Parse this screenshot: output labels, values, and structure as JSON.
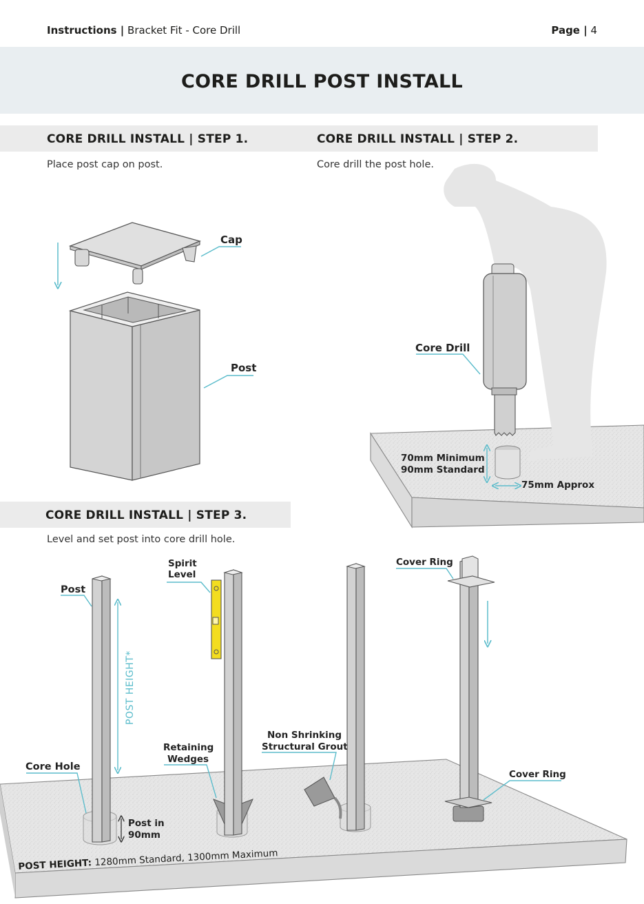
{
  "header": {
    "left_bold": "Instructions |",
    "left_text": " Bracket Fit - Core Drill",
    "right_bold": "Page |",
    "right_text": " 4"
  },
  "title": "CORE DRILL POST INSTALL",
  "step1": {
    "title": "CORE DRILL INSTALL | STEP 1.",
    "desc": "Place post cap on post.",
    "labels": {
      "cap": "Cap",
      "post": "Post"
    }
  },
  "step2": {
    "title": "CORE DRILL INSTALL | STEP 2.",
    "desc": "Core drill the post hole.",
    "labels": {
      "core_drill": "Core Drill",
      "depth_line1": "70mm Minimum",
      "depth_line2": "90mm Standard",
      "width": "75mm Approx"
    }
  },
  "step3": {
    "title": "CORE DRILL INSTALL | STEP 3.",
    "desc": "Level and set post into core drill hole.",
    "labels": {
      "post": "Post",
      "post_height_vertical": "POST HEIGHT*",
      "core_hole": "Core Hole",
      "post_in_line1": "Post in",
      "post_in_line2": "90mm",
      "spirit_level_line1": "Spirit",
      "spirit_level_line2": "Level",
      "retaining_line1": "Retaining",
      "retaining_line2": "Wedges",
      "grout_line1": "Non Shrinking",
      "grout_line2": "Structural Grout",
      "cover_ring_top": "Cover Ring",
      "cover_ring_bottom": "Cover Ring",
      "post_height_caption_bold": "POST HEIGHT:",
      "post_height_caption_text": " 1280mm Standard, 1300mm Maximum"
    }
  },
  "colors": {
    "accent_line": "#5bbccb",
    "title_band": "#e9eef1",
    "step_band": "#ebebeb",
    "concrete": "#e4e4e4",
    "post": "#d6d6d6",
    "spirit_level": "#f3dd1f"
  }
}
